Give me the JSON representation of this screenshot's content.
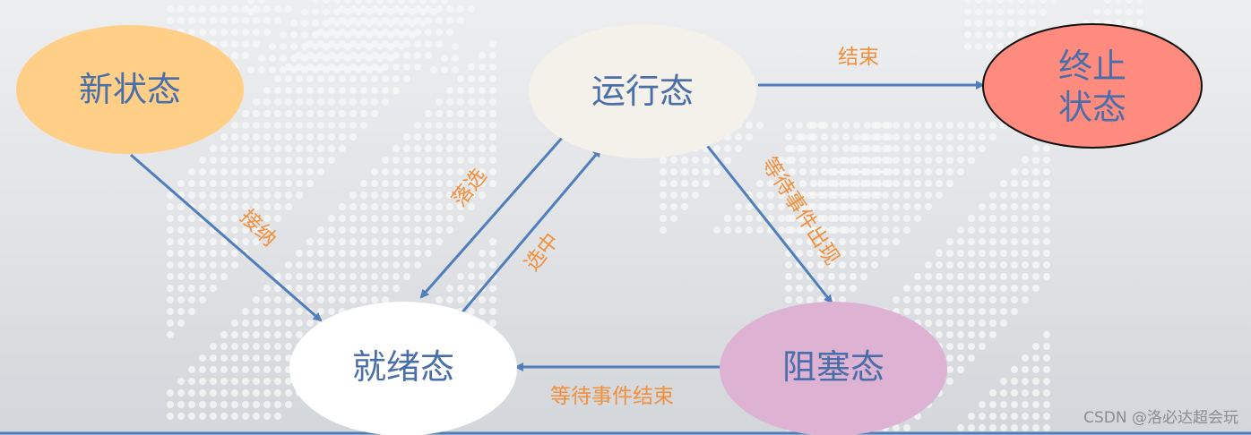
{
  "nodes": {
    "new": {
      "label": "新状态",
      "color": "#FFCF87"
    },
    "running": {
      "label": "运行态",
      "color": "#F3F1EA"
    },
    "terminated": {
      "label_line1": "终止",
      "label_line2": "状态",
      "color": "#FF8A7E"
    },
    "ready": {
      "label": "就绪态",
      "color": "#FFFFFF"
    },
    "blocked": {
      "label": "阻塞态",
      "color": "#DDB2D3"
    }
  },
  "edges": {
    "admit": "接纳",
    "preempt": "落选",
    "dispatch": "选中",
    "exit": "结束",
    "wait": "等待事件出现",
    "event_done": "等待事件结束"
  },
  "colors": {
    "arrow": "#4F7EBB",
    "edge_label": "#F0903C",
    "node_text": "#4A6FA8"
  },
  "watermark": "CSDN @洛必达超会玩"
}
